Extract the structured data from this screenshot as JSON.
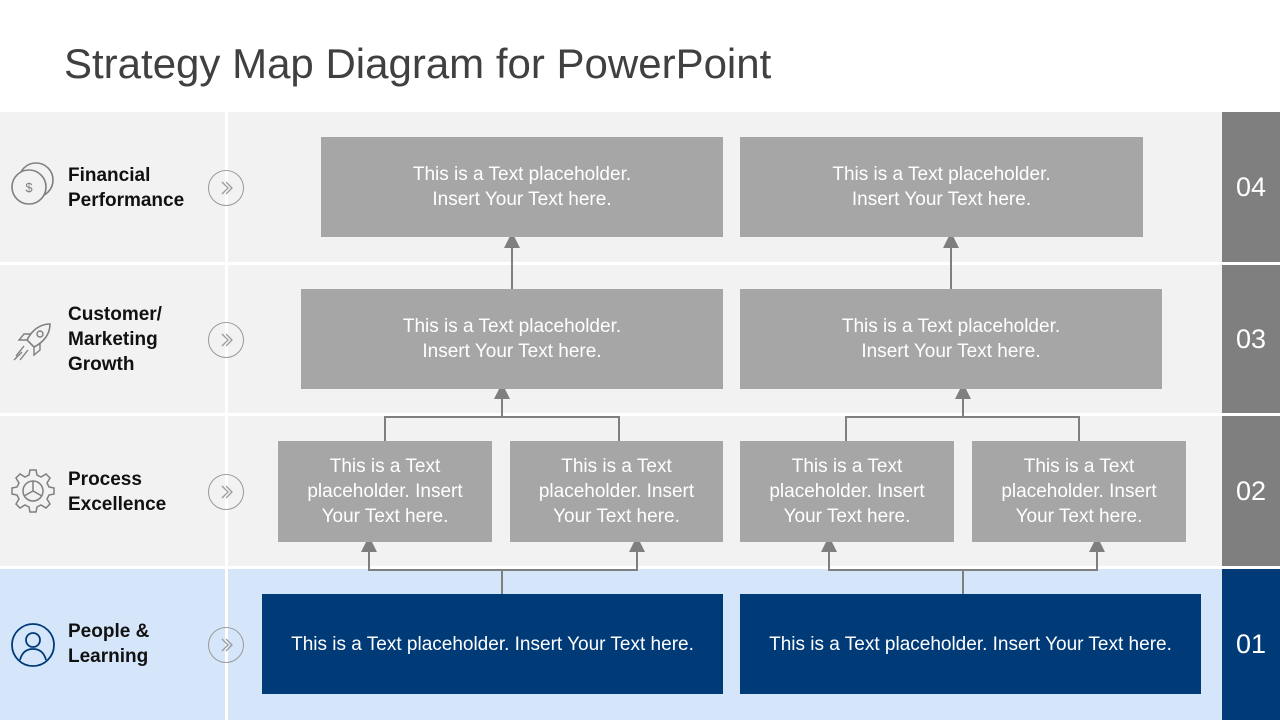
{
  "title": "Strategy Map Diagram for PowerPoint",
  "rows": [
    {
      "label": "Financial\nPerformance",
      "number": "04",
      "icon": "dollar-coins-icon"
    },
    {
      "label": "Customer/\nMarketing\nGrowth",
      "number": "03",
      "icon": "rocket-icon"
    },
    {
      "label": "Process\nExcellence",
      "number": "02",
      "icon": "gear-icon"
    },
    {
      "label": "People &\nLearning",
      "number": "01",
      "icon": "person-icon"
    }
  ],
  "boxes": {
    "financial": [
      {
        "text": "This is a Text placeholder.\nInsert Your Text here."
      },
      {
        "text": "This is a Text placeholder.\nInsert Your Text here."
      }
    ],
    "customer": [
      {
        "text": "This is a Text placeholder.\nInsert Your Text here."
      },
      {
        "text": "This is a Text placeholder.\nInsert Your Text here."
      }
    ],
    "process": [
      {
        "text": "This is a Text placeholder. Insert Your Text here."
      },
      {
        "text": "This is a Text placeholder. Insert Your Text here."
      },
      {
        "text": "This is a Text placeholder. Insert Your Text here."
      },
      {
        "text": "This is a Text placeholder. Insert Your Text here."
      }
    ],
    "people": [
      {
        "text": "This is a Text placeholder. Insert Your Text here."
      },
      {
        "text": "This is a Text placeholder. Insert Your Text here."
      }
    ]
  },
  "colors": {
    "row_bg": "#f2f2f2",
    "row_bg_highlight": "#d6e6fa",
    "number_bg": "#7f7f7f",
    "number_bg_highlight": "#003b78",
    "box_grey": "#a6a6a6",
    "box_blue": "#003b78",
    "connector": "#7f7f7f"
  }
}
